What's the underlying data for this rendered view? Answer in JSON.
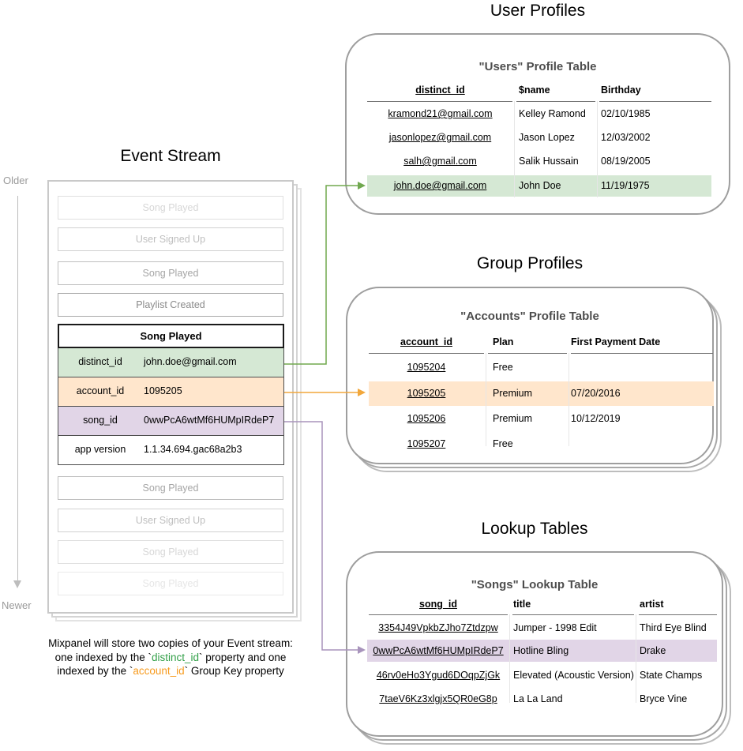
{
  "colors": {
    "green_highlight": "#d5e8d4",
    "orange_highlight": "#ffe6cc",
    "purple_highlight": "#e1d5e7",
    "green_arrow": "#70a84f",
    "orange_arrow": "#f2a73b",
    "purple_arrow": "#a894bc",
    "caption_green": "#33a049",
    "caption_orange": "#f79b1e"
  },
  "timeline": {
    "older_label": "Older",
    "newer_label": "Newer"
  },
  "event_stream": {
    "title": "Event Stream",
    "events_before": [
      "Song Played",
      "User Signed Up",
      "Song Played",
      "Playlist Created"
    ],
    "active_event": {
      "title": "Song Played",
      "rows": [
        {
          "key": "distinct_id",
          "value": "john.doe@gmail.com"
        },
        {
          "key": "account_id",
          "value": "1095205"
        },
        {
          "key": "song_id",
          "value": "0wwPcA6wtMf6HUMpIRdeP7"
        },
        {
          "key": "app version",
          "value": "1.1.34.694.gac68a2b3"
        }
      ]
    },
    "events_after": [
      "Song Played",
      "User Signed Up",
      "Song Played",
      "Song Played"
    ],
    "caption": {
      "line1": "Mixpanel will store two copies of your Event stream:",
      "line2_pre": "one indexed by the `",
      "line2_key": "distinct_id",
      "line2_post": "` property and one",
      "line3_pre": "indexed by the `",
      "line3_key": "account_id",
      "line3_post": "` Group Key property"
    }
  },
  "user_profiles": {
    "section_title": "User Profiles",
    "table_title": "\"Users\" Profile Table",
    "columns": [
      "distinct_id",
      "$name",
      "Birthday"
    ],
    "rows": [
      [
        "kramond21@gmail.com",
        "Kelley Ramond",
        "02/10/1985"
      ],
      [
        "jasonlopez@gmail.com",
        "Jason Lopez",
        "12/03/2002"
      ],
      [
        "salh@gmail.com",
        "Salik Hussain",
        "08/19/2005"
      ],
      [
        "john.doe@gmail.com",
        "John Doe",
        "11/19/1975"
      ]
    ],
    "highlighted_row_index": 3
  },
  "group_profiles": {
    "section_title": "Group Profiles",
    "table_title": "\"Accounts\" Profile Table",
    "columns": [
      "account_id",
      "Plan",
      "First Payment Date"
    ],
    "rows": [
      [
        "1095204",
        "Free",
        ""
      ],
      [
        "1095205",
        "Premium",
        "07/20/2016"
      ],
      [
        "1095206",
        "Premium",
        "10/12/2019"
      ],
      [
        "1095207",
        "Free",
        ""
      ]
    ],
    "highlighted_row_index": 1
  },
  "lookup_tables": {
    "section_title": "Lookup Tables",
    "table_title": "\"Songs\" Lookup Table",
    "columns": [
      "song_id",
      "title",
      "artist"
    ],
    "rows": [
      [
        "3354J49VpkbZJho7Ztdzpw",
        "Jumper - 1998 Edit",
        "Third Eye Blind"
      ],
      [
        "0wwPcA6wtMf6HUMpIRdeP7",
        "Hotline Bling",
        "Drake"
      ],
      [
        "46rv0eHo3Ygud6DOqpZjGk",
        "Elevated (Acoustic Version)",
        "State Champs"
      ],
      [
        "7taeV6Kz3xlgjx5QR0eG8p",
        "La La Land",
        "Bryce Vine"
      ]
    ],
    "highlighted_row_index": 1
  }
}
